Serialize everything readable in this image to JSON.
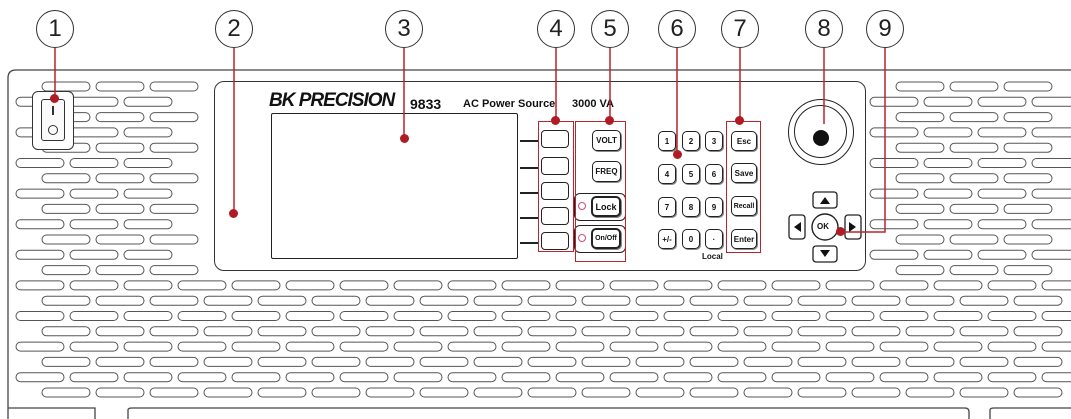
{
  "callouts": [
    "1",
    "2",
    "3",
    "4",
    "5",
    "6",
    "7",
    "8",
    "9"
  ],
  "brand": "BK PRECISION",
  "model": "9833",
  "product": "AC Power Source",
  "rating": "3000 VA",
  "function_keys": [
    "VOLT",
    "FREQ",
    "Lock",
    "On/Off"
  ],
  "numpad": [
    [
      "1",
      "2",
      "3"
    ],
    [
      "4",
      "5",
      "6"
    ],
    [
      "7",
      "8",
      "9"
    ],
    [
      "+/-",
      "0",
      "·"
    ]
  ],
  "local_label": "Local",
  "control_keys": [
    "Esc",
    "Save",
    "Recall",
    "Enter"
  ],
  "nav": {
    "ok": "OK"
  },
  "colors": {
    "callout_line": "#b8252c",
    "marker": "#b01c25",
    "panel_line": "#333333",
    "led": "#d14c7a"
  }
}
